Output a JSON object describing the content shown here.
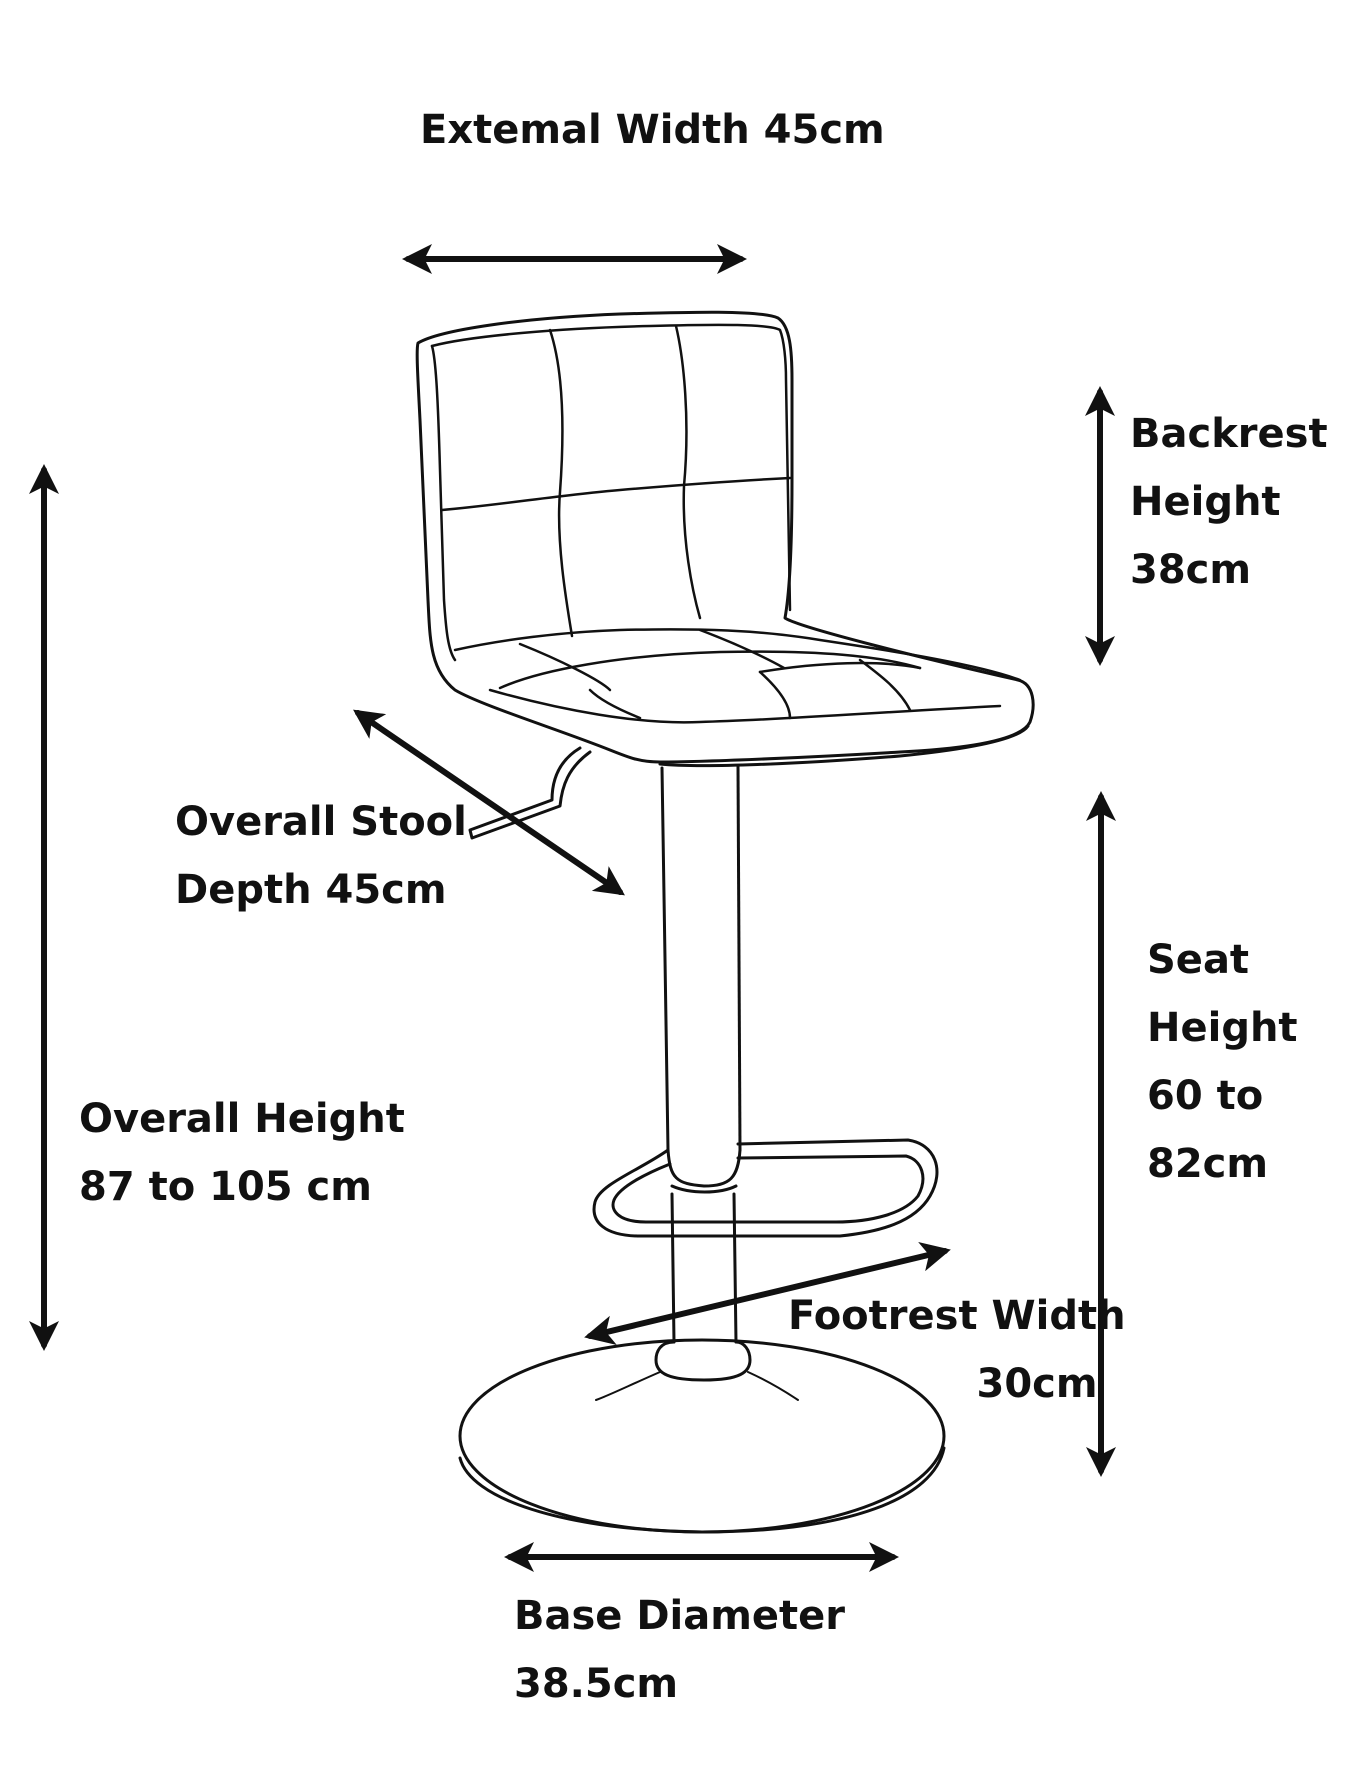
{
  "colors": {
    "ink": "#111111",
    "background": "#ffffff"
  },
  "labels": {
    "external_width": "Extemal Width 45cm",
    "backrest": [
      "Backrest",
      "Height",
      "38cm"
    ],
    "depth": [
      "Overall Stool",
      "Depth 45cm"
    ],
    "overall_height": [
      "Overall Height",
      "87 to 105 cm"
    ],
    "seat_height": [
      "Seat",
      "Height",
      "60 to",
      "82cm"
    ],
    "footrest": [
      "Footrest Width",
      "30cm"
    ],
    "base": [
      "Base Diameter",
      "38.5cm"
    ]
  }
}
